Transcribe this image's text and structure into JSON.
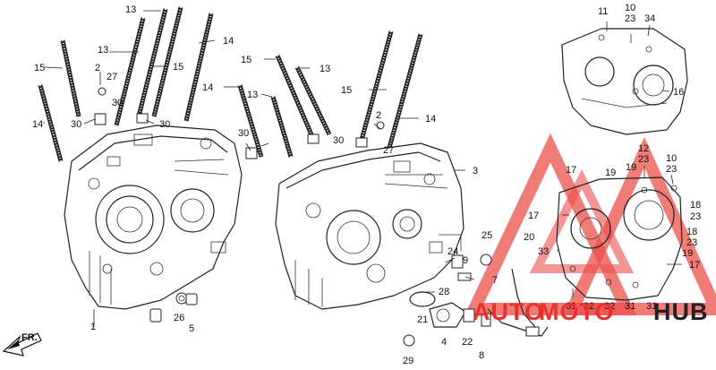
{
  "watermark": {
    "brand_left": "AUTO",
    "brand_mid": "MOTO",
    "brand_right": "HUB",
    "color_red": "#e8312c",
    "color_dark": "#222222"
  },
  "direction_label": "FR.",
  "callouts": {
    "c1": "13",
    "c2": "14",
    "c3": "15",
    "c4": "13",
    "c5": "2",
    "c6": "27",
    "c7": "15",
    "c8": "14",
    "c9": "30",
    "c10": "30",
    "c11": "30",
    "c12": "15",
    "c13": "13",
    "c14": "14",
    "c15": "13",
    "c16": "15",
    "c17": "2",
    "c18": "27",
    "c19": "14",
    "c20": "30",
    "c21": "3",
    "c22": "30",
    "c23": "26",
    "c24": "5",
    "c25": "1",
    "c26": "24",
    "c27": "9",
    "c28": "25",
    "c29": "7",
    "c30": "28",
    "c31": "21",
    "c32": "4",
    "c33": "22",
    "c34": "8",
    "c35": "29",
    "c36": "11",
    "c37": "10",
    "c38": "23",
    "c39": "34",
    "c40": "16",
    "c41": "12",
    "c42": "23",
    "c43": "10",
    "c44": "23",
    "c45": "17",
    "c46": "19",
    "c47": "19",
    "c48": "17",
    "c49": "18",
    "c50": "23",
    "c51": "20",
    "c52": "33",
    "c53": "18",
    "c54": "23",
    "c55": "19",
    "c56": "17",
    "c57": "31",
    "c58": "32",
    "c59": "32",
    "c60": "31",
    "c61": "31"
  }
}
